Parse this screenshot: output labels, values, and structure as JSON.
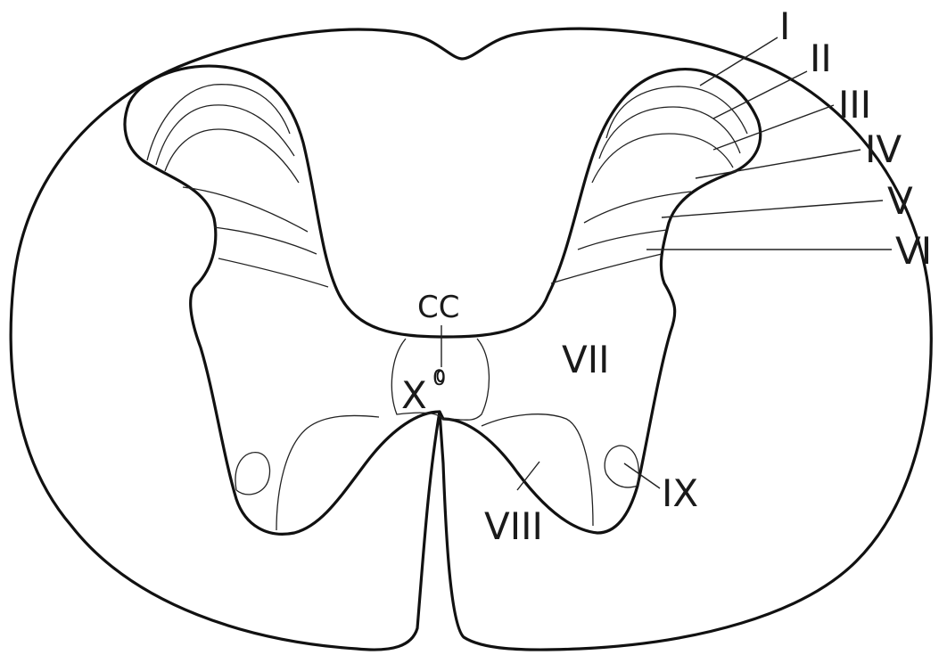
{
  "labels": {
    "I": "I",
    "II": "II",
    "III": "III",
    "IV": "IV",
    "V": "V",
    "VI": "VI",
    "VII": "VII",
    "VIII": "VIII",
    "IX": "IX",
    "X": "X",
    "X_sup": "0",
    "CC": "CC"
  },
  "colors": {
    "stroke": "#111111",
    "background": "#ffffff"
  }
}
